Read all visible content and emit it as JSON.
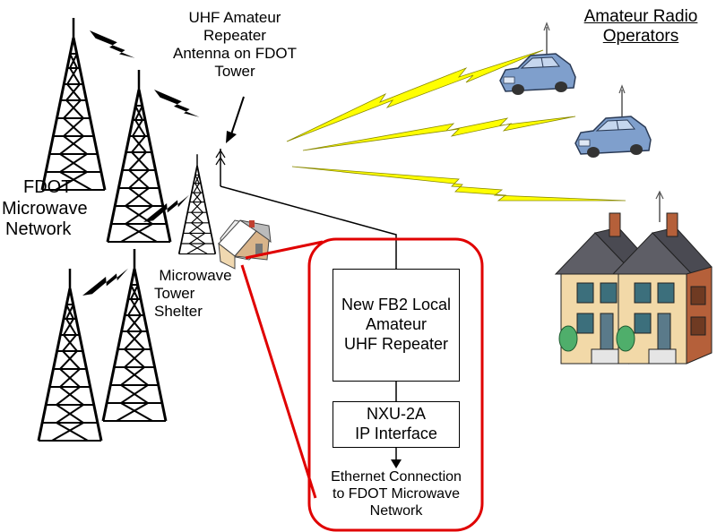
{
  "labels": {
    "antenna": [
      "UHF Amateur",
      "Repeater",
      "Antenna on FDOT",
      "Tower"
    ],
    "operators": [
      "Amateur Radio",
      "Operators"
    ],
    "network": [
      "FDOT",
      "Microwave",
      "Network"
    ],
    "shelter": [
      "Microwave",
      "Tower",
      "Shelter"
    ],
    "ethernet": [
      "Ethernet Connection",
      "to FDOT Microwave",
      "Network"
    ]
  },
  "boxes": {
    "repeater": [
      "New FB2 Local",
      "Amateur",
      "UHF Repeater"
    ],
    "interface": [
      "NXU-2A",
      "IP Interface"
    ]
  },
  "colors": {
    "callout": "#e00000",
    "radio_link": "#ffff00",
    "radio_link_outline": "#8a8a00",
    "car_body": "#7f9fcc",
    "house_brick": "#b5603a",
    "house_siding": "#f2d9a8",
    "roof": "#5e5e66"
  },
  "icons": [
    "tower-icon",
    "lightning-icon",
    "car-icon",
    "house-icon",
    "shelter-icon",
    "antenna-icon"
  ]
}
